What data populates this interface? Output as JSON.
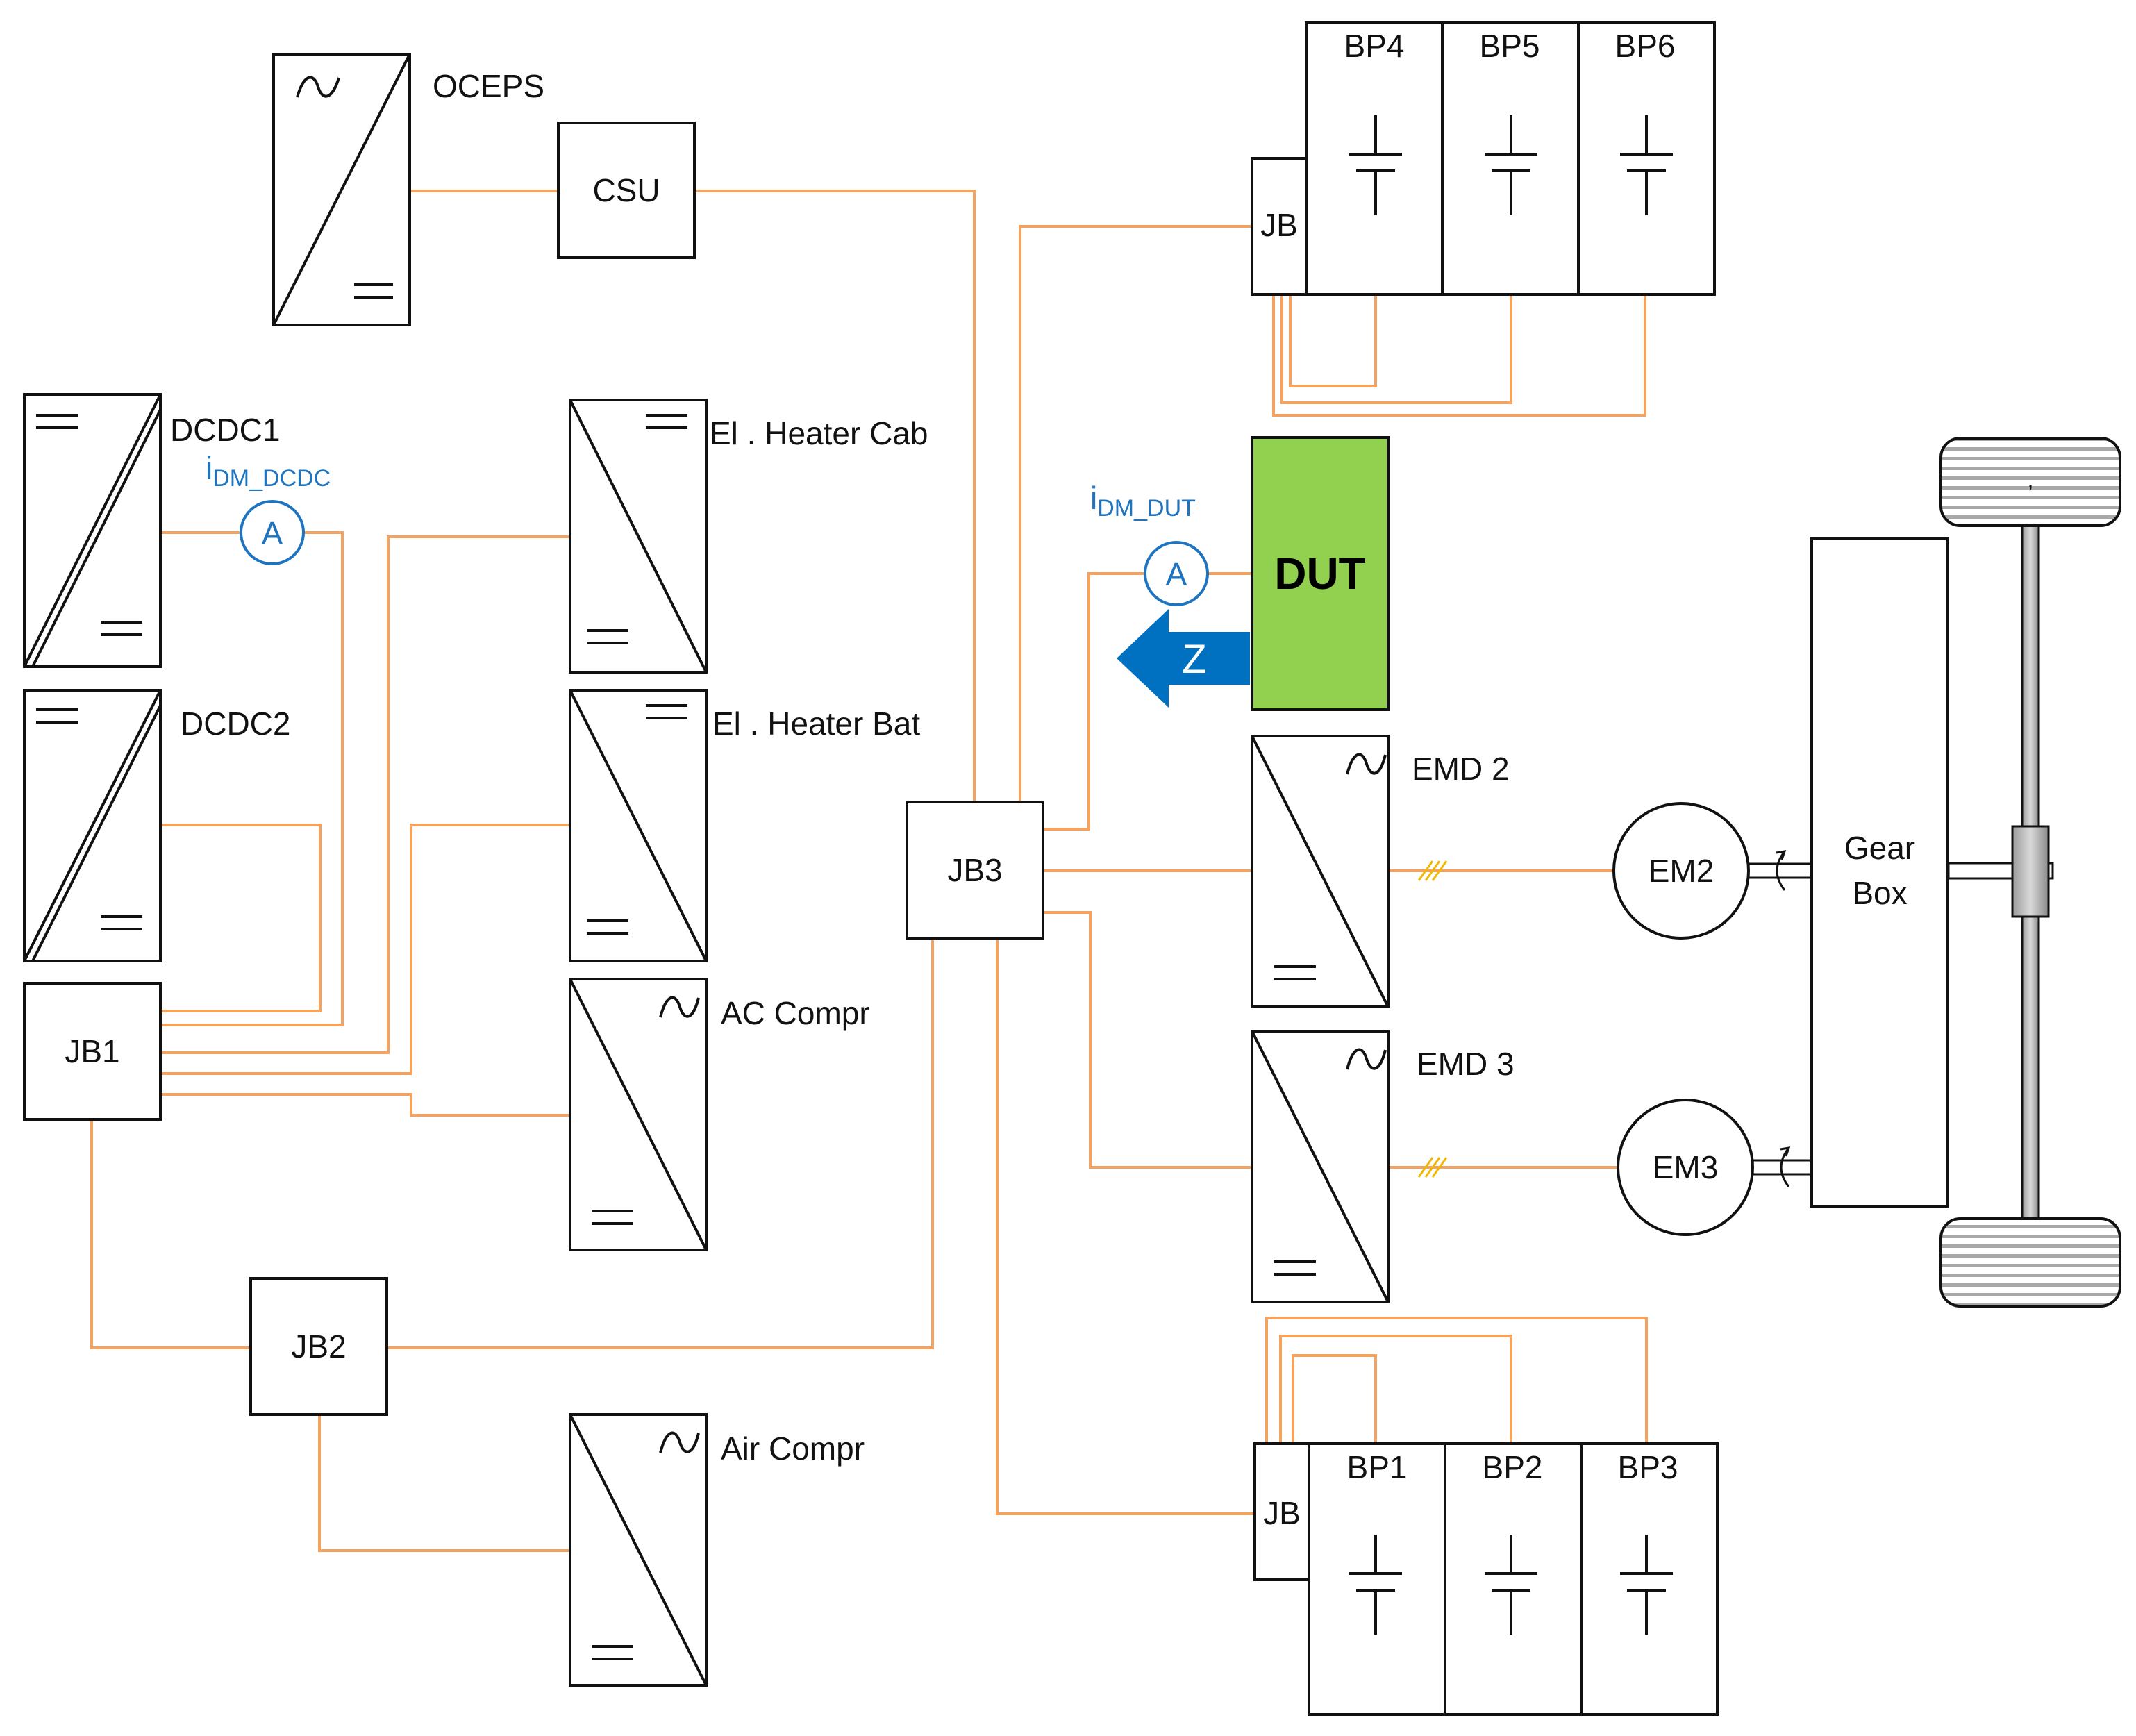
{
  "labels": {
    "oceps": "OCEPS",
    "csu": "CSU",
    "dcdc1": "DCDC1",
    "dcdc2": "DCDC2",
    "heater_cab": "El . Heater Cab",
    "heater_bat": "El . Heater Bat",
    "ac_compr": "AC Compr",
    "air_compr": "Air Compr",
    "jb1": "JB1",
    "jb2": "JB2",
    "jb3": "JB3",
    "jb_top": "JB",
    "jb_bottom": "JB",
    "bp1": "BP1",
    "bp2": "BP2",
    "bp3": "BP3",
    "bp4": "BP4",
    "bp5": "BP5",
    "bp6": "BP6",
    "dut": "DUT",
    "z_arrow": "Z",
    "emd2": "EMD 2",
    "emd3": "EMD 3",
    "em2": "EM2",
    "em3": "EM3",
    "gearbox_line1": "Gear",
    "gearbox_line2": "Box",
    "ammeter_symbol": "A",
    "meas_dcdc_main": "i",
    "meas_dcdc_sub": "DM_DCDC",
    "meas_dut_main": "i",
    "meas_dut_sub": "DM_DUT",
    "wheel_mark": ","
  },
  "colors": {
    "wire": "#f4a25f",
    "dut_fill": "#92d050",
    "arrow": "#0070c0",
    "measurement": "#1f74bf",
    "phase_marker": "#f2b705"
  }
}
